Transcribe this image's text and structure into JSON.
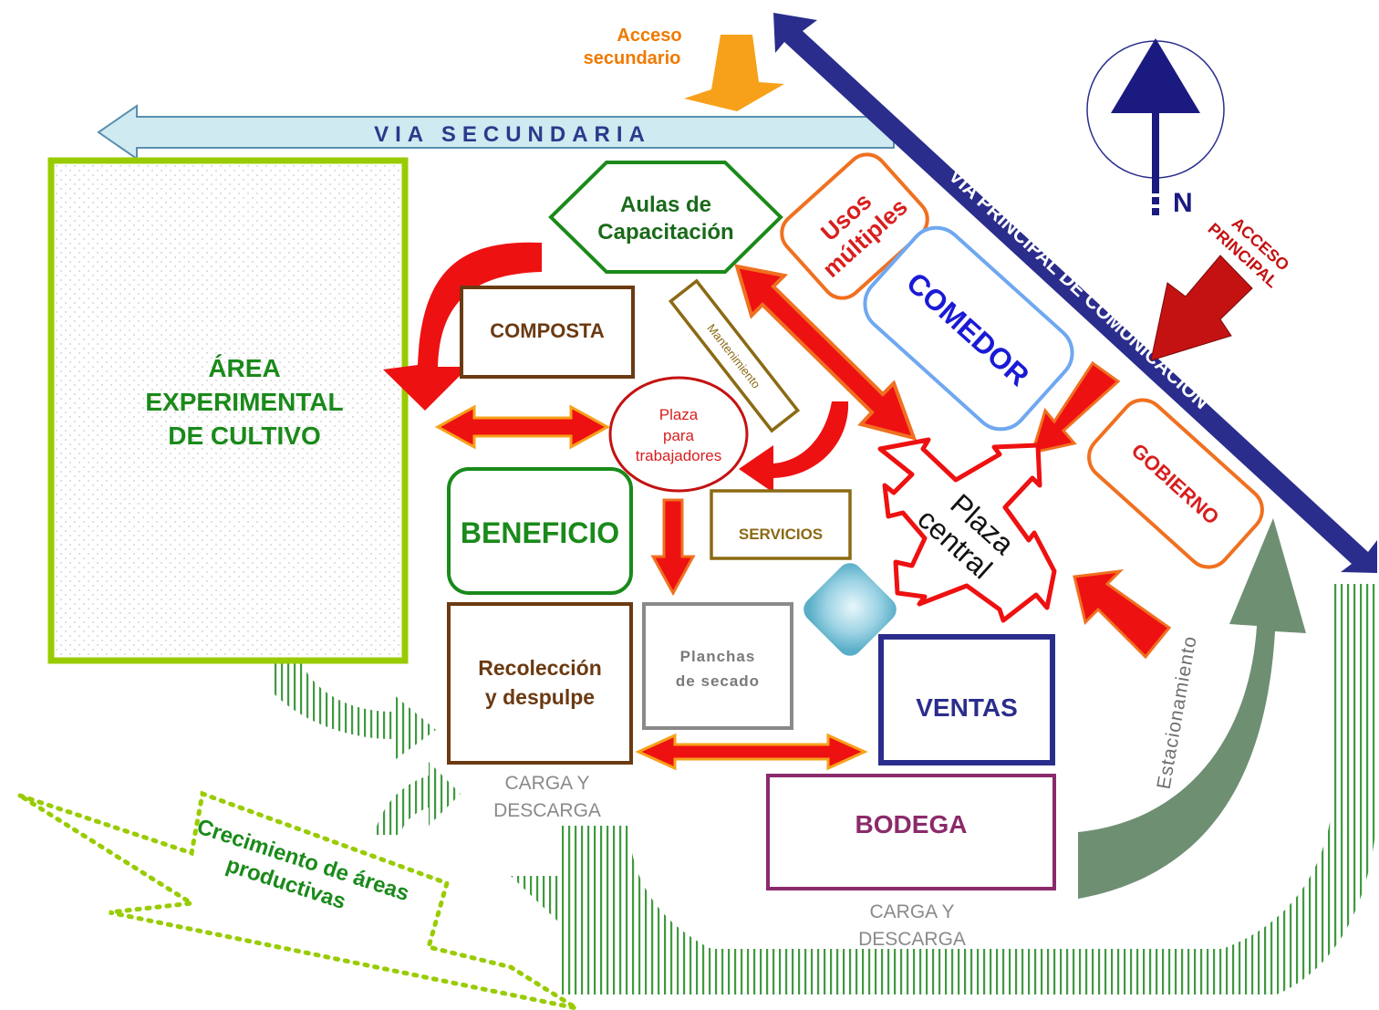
{
  "labels": {
    "acceso_secundario_1": "Acceso",
    "acceso_secundario_2": "secundario",
    "via_secundaria": "VIA SECUNDARIA",
    "via_principal": "VIA PRINCIPAL DE COMUNICACIÓN",
    "north": "N",
    "acceso_principal_1": "ACCESO",
    "acceso_principal_2": "PRINCIPAL",
    "area_1": "ÁREA",
    "area_2": "EXPERIMENTAL",
    "area_3": "DE CULTIVO",
    "aulas_1": "Aulas de",
    "aulas_2": "Capacitación",
    "usos_1": "Usos",
    "usos_2": "múltiples",
    "comedor": "COMEDOR",
    "composta": "COMPOSTA",
    "mantenimiento": "Mantenimiento",
    "plaza_trab_1": "Plaza",
    "plaza_trab_2": "para",
    "plaza_trab_3": "trabajadores",
    "beneficio": "BENEFICIO",
    "servicios": "SERVICIOS",
    "plaza_central_1": "Plaza",
    "plaza_central_2": "central",
    "gobierno": "GOBIERNO",
    "recoleccion_1": "Recolección",
    "recoleccion_2": "y despulpe",
    "planchas_1": "Planchas",
    "planchas_2": "de secado",
    "ventas": "VENTAS",
    "bodega": "BODEGA",
    "carga1_1": "CARGA Y",
    "carga1_2": "DESCARGA",
    "carga2_1": "CARGA Y",
    "carga2_2": "DESCARGA",
    "estacionamiento": "Estacionamiento",
    "crecimiento_1": "Crecimiento de áreas",
    "crecimiento_2": "productivas"
  },
  "colors": {
    "green": "#1a8a1a",
    "lime": "#99cc00",
    "brown": "#6b3a12",
    "olive": "#8b6a14",
    "orange": "#f07020",
    "red": "#ee1111",
    "dark_red": "#c41212",
    "navy": "#2a2d8c",
    "blue": "#1a1ad6",
    "light_blue": "#6fa8f0",
    "gray": "#8a8a8a",
    "purple": "#8b2a6b",
    "teal_gray": "#6f8f73",
    "pale_cyan": "#cfeaf0"
  }
}
